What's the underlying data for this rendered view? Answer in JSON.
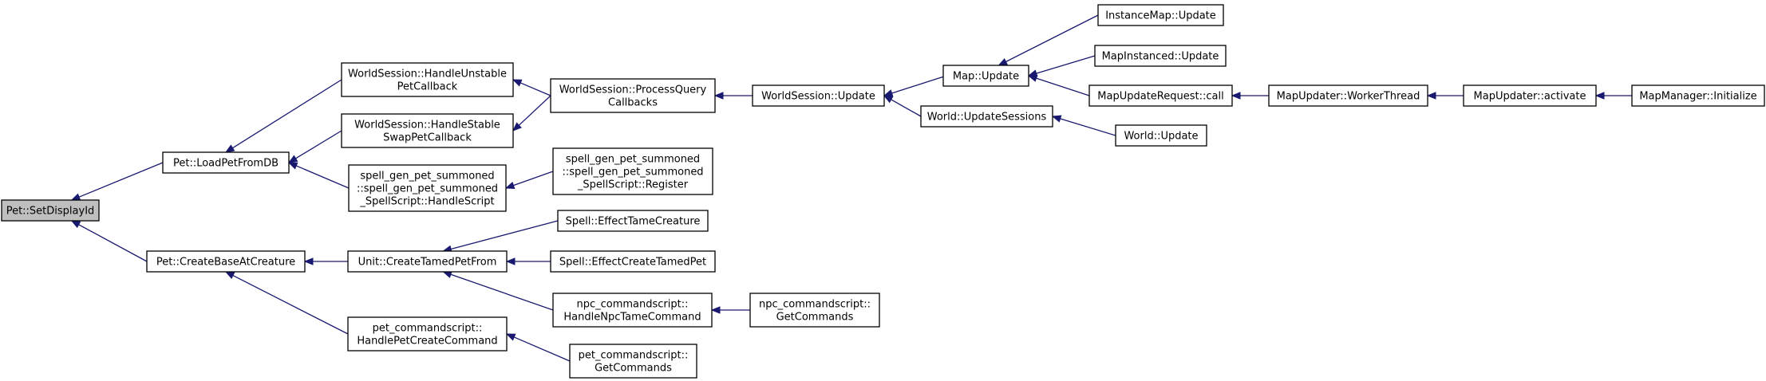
{
  "diagram": {
    "colors": {
      "edge": "#191970",
      "node_border": "#000000",
      "root_fill": "#bfbfbf",
      "node_fill": "#ffffff"
    },
    "nodes": [
      {
        "id": "setdisplayid",
        "lines": [
          "Pet::SetDisplayId"
        ],
        "root": true
      },
      {
        "id": "loadpetfromdb",
        "lines": [
          "Pet::LoadPetFromDB"
        ]
      },
      {
        "id": "createbaseatcreature",
        "lines": [
          "Pet::CreateBaseAtCreature"
        ]
      },
      {
        "id": "handleunstable",
        "lines": [
          "WorldSession::HandleUnstable",
          "PetCallback"
        ]
      },
      {
        "id": "handlestable",
        "lines": [
          "WorldSession::HandleStable",
          "SwapPetCallback"
        ]
      },
      {
        "id": "spellgen-handlescript",
        "lines": [
          "spell_gen_pet_summoned",
          "::spell_gen_pet_summoned",
          "_SpellScript::HandleScript"
        ]
      },
      {
        "id": "createtamedpetfrom",
        "lines": [
          "Unit::CreateTamedPetFrom"
        ]
      },
      {
        "id": "handlepetcreatecommand",
        "lines": [
          "pet_commandscript::",
          "HandlePetCreateCommand"
        ]
      },
      {
        "id": "processquerycallbacks",
        "lines": [
          "WorldSession::ProcessQuery",
          "Callbacks"
        ]
      },
      {
        "id": "spellgen-register",
        "lines": [
          "spell_gen_pet_summoned",
          "::spell_gen_pet_summoned",
          "_SpellScript::Register"
        ]
      },
      {
        "id": "effecttamecreature",
        "lines": [
          "Spell::EffectTameCreature"
        ]
      },
      {
        "id": "effectcreatetamedpet",
        "lines": [
          "Spell::EffectCreateTamedPet"
        ]
      },
      {
        "id": "handlenpctamecommand",
        "lines": [
          "npc_commandscript::",
          "HandleNpcTameCommand"
        ]
      },
      {
        "id": "pet-getcommands",
        "lines": [
          "pet_commandscript::",
          "GetCommands"
        ]
      },
      {
        "id": "worldsession-update",
        "lines": [
          "WorldSession::Update"
        ]
      },
      {
        "id": "npc-getcommands",
        "lines": [
          "npc_commandscript::",
          "GetCommands"
        ]
      },
      {
        "id": "map-update",
        "lines": [
          "Map::Update"
        ]
      },
      {
        "id": "updatesessions",
        "lines": [
          "World::UpdateSessions"
        ]
      },
      {
        "id": "instancemap-update",
        "lines": [
          "InstanceMap::Update"
        ]
      },
      {
        "id": "mapinstanced-update",
        "lines": [
          "MapInstanced::Update"
        ]
      },
      {
        "id": "mapupdaterequest-call",
        "lines": [
          "MapUpdateRequest::call"
        ]
      },
      {
        "id": "world-update",
        "lines": [
          "World::Update"
        ]
      },
      {
        "id": "workerthread",
        "lines": [
          "MapUpdater::WorkerThread"
        ]
      },
      {
        "id": "activate",
        "lines": [
          "MapUpdater::activate"
        ]
      },
      {
        "id": "initialize",
        "lines": [
          "MapManager::Initialize"
        ]
      }
    ],
    "edges": [
      {
        "from": "loadpetfromdb",
        "to": "setdisplayid"
      },
      {
        "from": "createbaseatcreature",
        "to": "setdisplayid"
      },
      {
        "from": "handleunstable",
        "to": "loadpetfromdb"
      },
      {
        "from": "handlestable",
        "to": "loadpetfromdb"
      },
      {
        "from": "spellgen-handlescript",
        "to": "loadpetfromdb"
      },
      {
        "from": "createtamedpetfrom",
        "to": "createbaseatcreature"
      },
      {
        "from": "handlepetcreatecommand",
        "to": "createbaseatcreature"
      },
      {
        "from": "processquerycallbacks",
        "to": "handleunstable"
      },
      {
        "from": "processquerycallbacks",
        "to": "handlestable"
      },
      {
        "from": "spellgen-register",
        "to": "spellgen-handlescript"
      },
      {
        "from": "effecttamecreature",
        "to": "createtamedpetfrom"
      },
      {
        "from": "effectcreatetamedpet",
        "to": "createtamedpetfrom"
      },
      {
        "from": "handlenpctamecommand",
        "to": "createtamedpetfrom"
      },
      {
        "from": "pet-getcommands",
        "to": "handlepetcreatecommand"
      },
      {
        "from": "worldsession-update",
        "to": "processquerycallbacks"
      },
      {
        "from": "npc-getcommands",
        "to": "handlenpctamecommand"
      },
      {
        "from": "map-update",
        "to": "worldsession-update"
      },
      {
        "from": "updatesessions",
        "to": "worldsession-update"
      },
      {
        "from": "instancemap-update",
        "to": "map-update"
      },
      {
        "from": "mapinstanced-update",
        "to": "map-update"
      },
      {
        "from": "mapupdaterequest-call",
        "to": "map-update"
      },
      {
        "from": "world-update",
        "to": "updatesessions"
      },
      {
        "from": "workerthread",
        "to": "mapupdaterequest-call"
      },
      {
        "from": "activate",
        "to": "workerthread"
      },
      {
        "from": "initialize",
        "to": "activate"
      }
    ]
  }
}
